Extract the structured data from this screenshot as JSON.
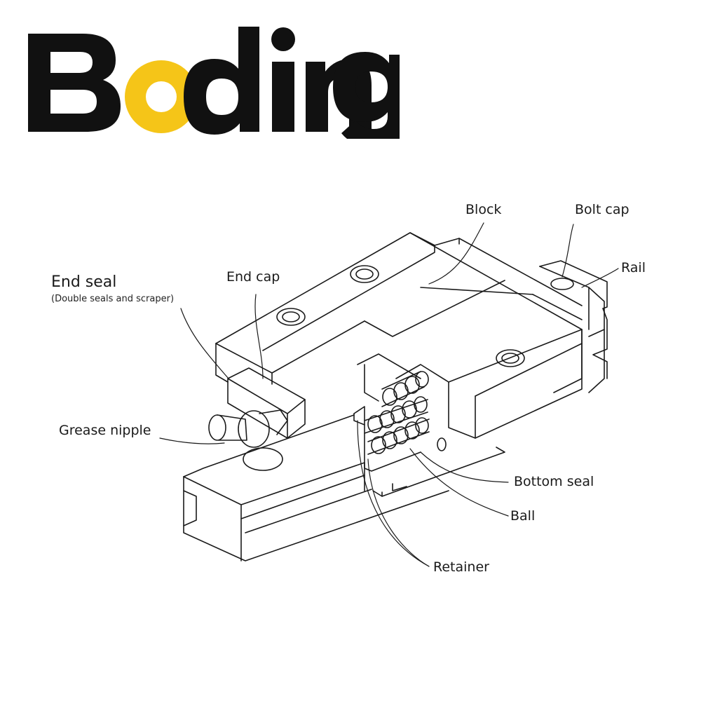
{
  "logo": {
    "text": "Boding",
    "colors": {
      "dark": "#111111",
      "accent": "#f5c518"
    }
  },
  "diagram": {
    "labels": {
      "block": "Block",
      "bolt_cap": "Bolt cap",
      "rail": "Rail",
      "end_seal": "End seal",
      "end_seal_note": "(Double seals and scraper)",
      "end_cap": "End cap",
      "grease_nipple": "Grease nipple",
      "bottom_seal": "Bottom seal",
      "ball": "Ball",
      "retainer": "Retainer"
    }
  }
}
